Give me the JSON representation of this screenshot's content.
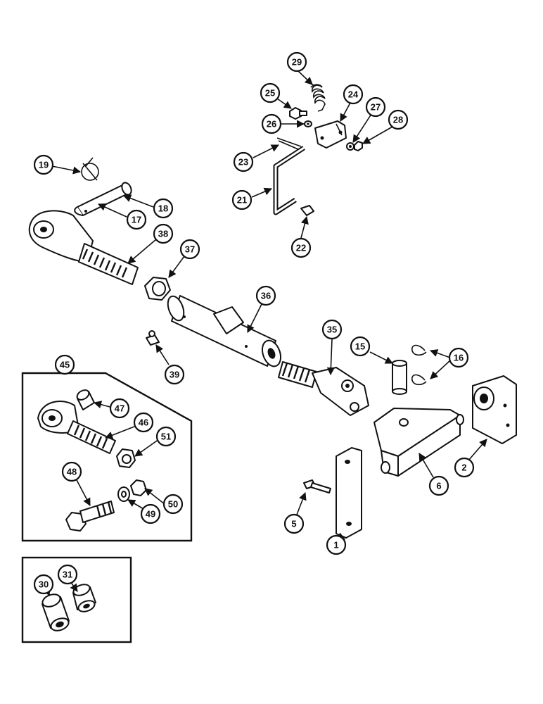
{
  "callouts": {
    "c29": "29",
    "c25": "25",
    "c24": "24",
    "c27": "27",
    "c28": "28",
    "c26": "26",
    "c23": "23",
    "c21": "21",
    "c22": "22",
    "c19": "19",
    "c18": "18",
    "c17": "17",
    "c38": "38",
    "c37": "37",
    "c36": "36",
    "c35": "35",
    "c15": "15",
    "c16": "16",
    "c39": "39",
    "c45": "45",
    "c47": "47",
    "c46": "46",
    "c51": "51",
    "c48": "48",
    "c50": "50",
    "c49": "49",
    "c2": "2",
    "c6": "6",
    "c5": "5",
    "c1": "1",
    "c30": "30",
    "c31": "31"
  }
}
